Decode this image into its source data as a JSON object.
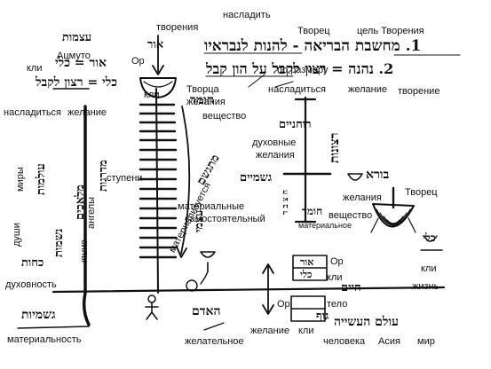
{
  "russian_labels": {
    "tvorenie": "творения",
    "nasladit": "насладить",
    "tvorets_top": "Творец",
    "tsel_tvorenia": "цель Творения",
    "atsmuto": "Ацмуто",
    "kli_top": "кли",
    "or_top": "Ор",
    "kli_bowl": "кли",
    "po_razmeru": "по размеру",
    "nasladitsya_mid": "насладиться",
    "zhelanie_mid": "желание",
    "tvorenie_right": "творение",
    "tvortsa": "Творца",
    "zhelania_under": "желания",
    "veshchestvo_top": "вещество",
    "nasladitsya_left": "насладиться",
    "zhelanie_left": "желание",
    "dukhovnye": "духовные",
    "zhelania_right": "желания",
    "materializuetsya": "материализуется",
    "miry": "миры",
    "stupeni": "ступени",
    "angely": "ангелы",
    "dushi": "души",
    "sily": "силы",
    "materialnye": "материальные",
    "zhelania_mat": "желания",
    "samostoyatelny": "самостоятельный",
    "veshchestvo_right": "вещество",
    "materialnoe": "материальное",
    "tvorets_right": "Творец",
    "dukhovnost": "духовность",
    "or_box": "Ор",
    "kli_box": "кли",
    "kli_far": "кли",
    "zhizn": "жизнь",
    "or_low": "Ор",
    "telo": "тело",
    "materialnost": "материальность",
    "zhelatelnoe": "желательное",
    "zhelanie_low": "желание",
    "kli_low": "кли",
    "chelovek": "человека",
    "asia": "Асия",
    "mir": "мир"
  },
  "hebrew_script": {
    "line1": "1. מחשבת הבריאה - להנות לנבראיו",
    "line2": "2. נהנה = רצון לקבל על הון קבל",
    "atsmut": "עצמות",
    "or_kli": "אור = כלי",
    "kli_ratzon": "כלי = רצון לקבל",
    "or_small": "אור",
    "chomer": "חומר",
    "ruchaniim": "רוחניים",
    "retzonot": "רצונות",
    "olamot": "עולמות",
    "madregot": "מדרגות",
    "malachim": "מלאכים",
    "neshamot": "נשמות",
    "kochot": "כחות",
    "mitgashem": "מתגשם",
    "atzmi": "עצמי",
    "gashmiim": "גשמיים",
    "chomer_right": "חומר",
    "boreh": "בורא",
    "kli_right": "כלי",
    "or_box": "אור",
    "kli_box": "כלי",
    "chaim": "חיים",
    "guf": "גוף",
    "gashmiut": "גשמיות",
    "hadam": "האדם",
    "olam_asiya": "עולם העשייה",
    "letters_vertical": "ח צ ב ד"
  },
  "colors": {
    "ink": "#111111",
    "background": "#ffffff"
  }
}
